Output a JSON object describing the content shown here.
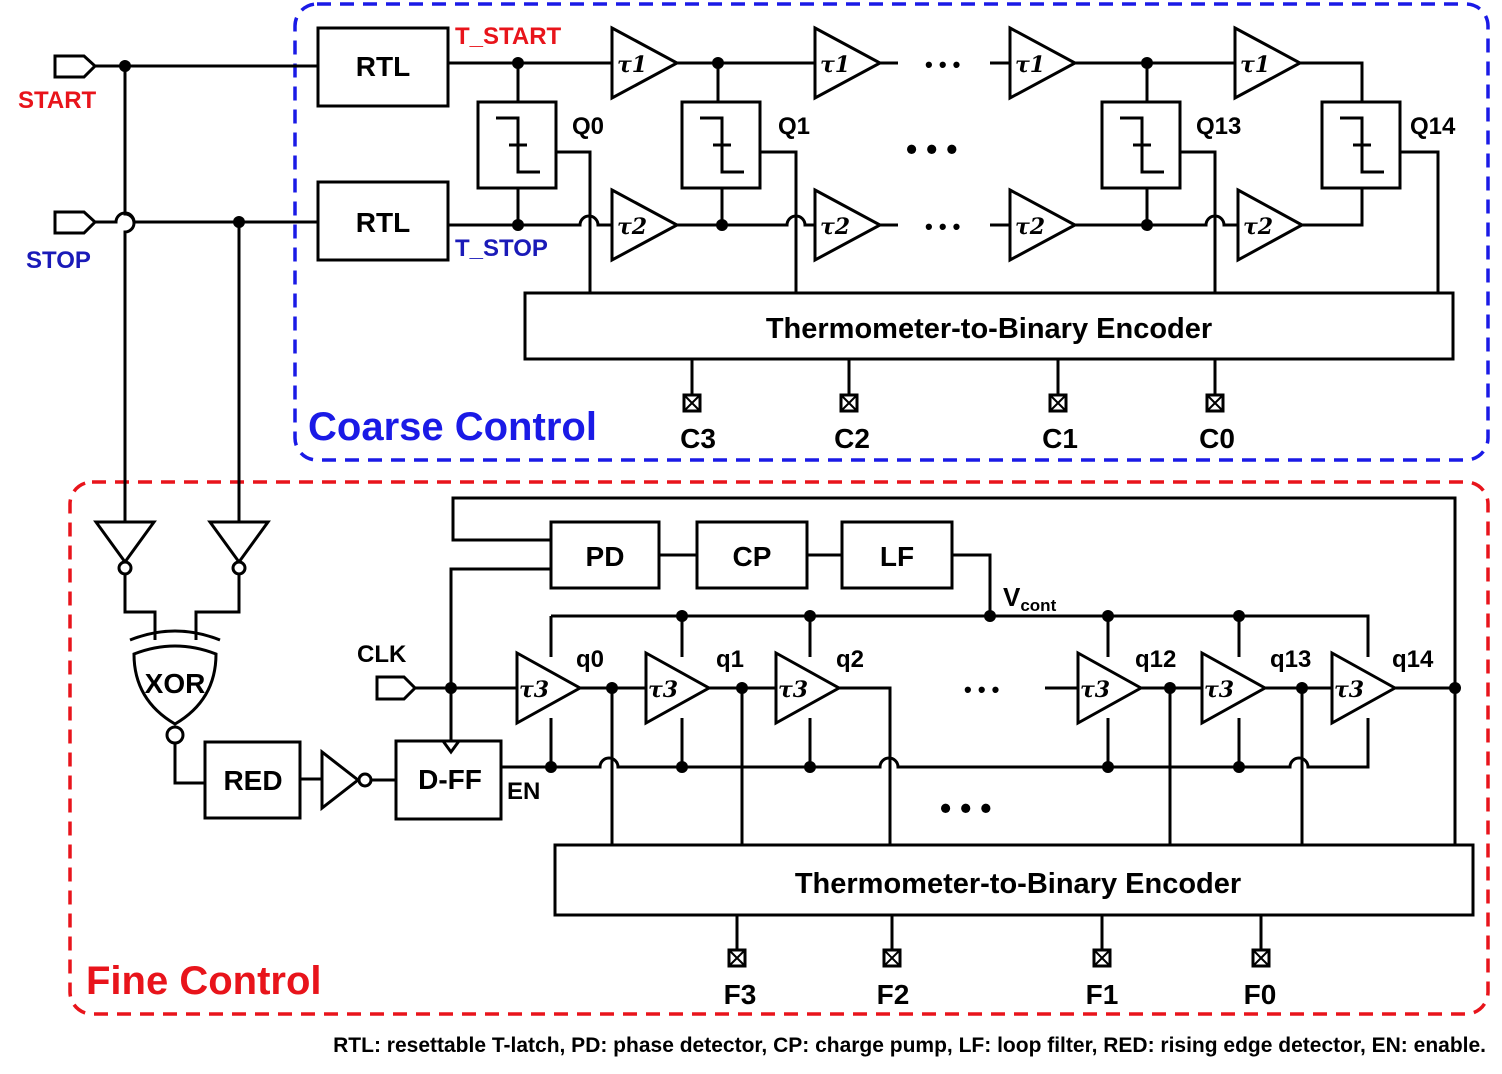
{
  "labels": {
    "start": "START",
    "stop": "STOP",
    "t_start": "T_START",
    "t_stop": "T_STOP",
    "rtl": "RTL",
    "coarse_control": "Coarse Control",
    "fine_control": "Fine Control",
    "encoder": "Thermometer-to-Binary Encoder",
    "xor": "XOR",
    "red": "RED",
    "dff": "D-FF",
    "en": "EN",
    "clk": "CLK",
    "pd": "PD",
    "cp": "CP",
    "lf": "LF",
    "v": "V",
    "cont": "cont",
    "dots": "• • •",
    "dots_small": "• • •"
  },
  "taus": {
    "t1": "τ1",
    "t2": "τ2",
    "t3": "τ3"
  },
  "coarse_q": [
    "Q0",
    "Q1",
    "Q13",
    "Q14"
  ],
  "coarse_out": [
    "C3",
    "C2",
    "C1",
    "C0"
  ],
  "fine_q": [
    "q0",
    "q1",
    "q2",
    "q12",
    "q13",
    "q14"
  ],
  "fine_out": [
    "F3",
    "F2",
    "F1",
    "F0"
  ],
  "caption": "RTL: resettable T-latch, PD: phase detector, CP: charge pump, LF: loop filter, RED: rising edge detector, EN: enable.",
  "colors": {
    "start": "#e8141b",
    "stop": "#1a1ab8",
    "coarse_border": "#1a1ae6",
    "fine_border": "#e8141b"
  }
}
